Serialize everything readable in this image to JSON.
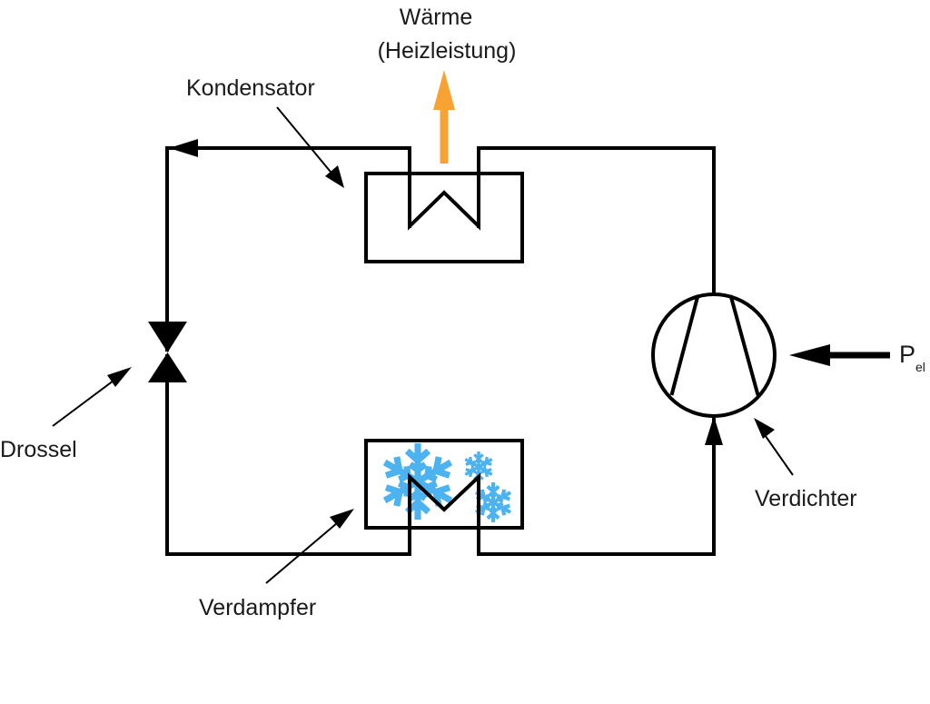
{
  "diagram": {
    "title_line1": "Wärme",
    "title_line2": "(Heizleistung)",
    "labels": {
      "condenser": "Kondensator",
      "throttle": "Drossel",
      "evaporator": "Verdampfer",
      "compressor": "Verdichter",
      "power_main": "P",
      "power_sub": "el"
    },
    "colors": {
      "line": "#000000",
      "heat_arrow": "#F7A233",
      "snowflake": "#4DB3F0"
    },
    "icons": {
      "heat": "arrow-up-icon",
      "cold": "snowflake-icon",
      "power": "arrow-left-icon"
    }
  }
}
